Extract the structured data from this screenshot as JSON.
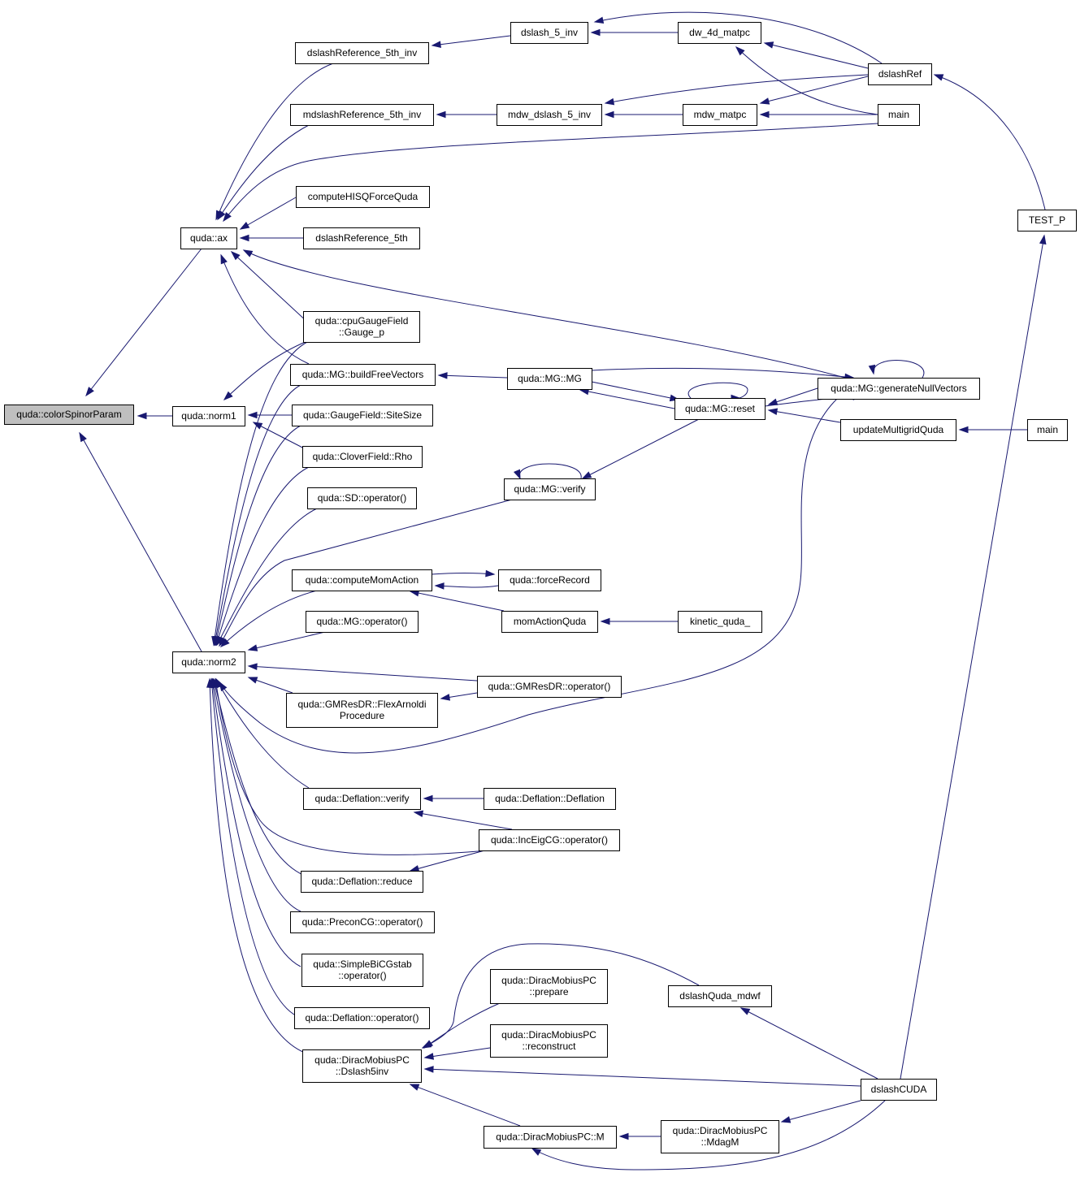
{
  "nodes": [
    {
      "id": "colorSpinorParam",
      "lines": [
        "quda::colorSpinorParam"
      ]
    },
    {
      "id": "ax",
      "lines": [
        "quda::ax"
      ]
    },
    {
      "id": "norm1",
      "lines": [
        "quda::norm1"
      ]
    },
    {
      "id": "norm2",
      "lines": [
        "quda::norm2"
      ]
    },
    {
      "id": "dslashReference_5th_inv",
      "lines": [
        "dslashReference_5th_inv"
      ]
    },
    {
      "id": "mdslashReference_5th_inv",
      "lines": [
        "mdslashReference_5th_inv"
      ]
    },
    {
      "id": "computeHISQForceQuda",
      "lines": [
        "computeHISQForceQuda"
      ]
    },
    {
      "id": "dslashReference_5th",
      "lines": [
        "dslashReference_5th"
      ]
    },
    {
      "id": "cpuGaugeField_Gauge_p",
      "lines": [
        "quda::cpuGaugeField",
        "::Gauge_p"
      ]
    },
    {
      "id": "buildFreeVectors",
      "lines": [
        "quda::MG::buildFreeVectors"
      ]
    },
    {
      "id": "SiteSize",
      "lines": [
        "quda::GaugeField::SiteSize"
      ]
    },
    {
      "id": "Rho",
      "lines": [
        "quda::CloverField::Rho"
      ]
    },
    {
      "id": "SD_operator",
      "lines": [
        "quda::SD::operator()"
      ]
    },
    {
      "id": "computeMomAction",
      "lines": [
        "quda::computeMomAction"
      ]
    },
    {
      "id": "MG_operator",
      "lines": [
        "quda::MG::operator()"
      ]
    },
    {
      "id": "FlexArnoldi",
      "lines": [
        "quda::GMResDR::FlexArnoldi",
        "Procedure"
      ]
    },
    {
      "id": "Deflation_verify",
      "lines": [
        "quda::Deflation::verify"
      ]
    },
    {
      "id": "Deflation_reduce",
      "lines": [
        "quda::Deflation::reduce"
      ]
    },
    {
      "id": "PreconCG_operator",
      "lines": [
        "quda::PreconCG::operator()"
      ]
    },
    {
      "id": "SimpleBiCGstab",
      "lines": [
        "quda::SimpleBiCGstab",
        "::operator()"
      ]
    },
    {
      "id": "Deflation_operator",
      "lines": [
        "quda::Deflation::operator()"
      ]
    },
    {
      "id": "Dslash5inv",
      "lines": [
        "quda::DiracMobiusPC",
        "::Dslash5inv"
      ]
    },
    {
      "id": "dslash_5_inv",
      "lines": [
        "dslash_5_inv"
      ]
    },
    {
      "id": "mdw_dslash_5_inv",
      "lines": [
        "mdw_dslash_5_inv"
      ]
    },
    {
      "id": "MG_MG",
      "lines": [
        "quda::MG::MG"
      ]
    },
    {
      "id": "MG_verify",
      "lines": [
        "quda::MG::verify"
      ]
    },
    {
      "id": "forceRecord",
      "lines": [
        "quda::forceRecord"
      ]
    },
    {
      "id": "momActionQuda",
      "lines": [
        "momActionQuda"
      ]
    },
    {
      "id": "GMResDR_operator",
      "lines": [
        "quda::GMResDR::operator()"
      ]
    },
    {
      "id": "Deflation_Deflation",
      "lines": [
        "quda::Deflation::Deflation"
      ]
    },
    {
      "id": "IncEigCG_operator",
      "lines": [
        "quda::IncEigCG::operator()"
      ]
    },
    {
      "id": "prepare",
      "lines": [
        "quda::DiracMobiusPC",
        "::prepare"
      ]
    },
    {
      "id": "reconstruct",
      "lines": [
        "quda::DiracMobiusPC",
        "::reconstruct"
      ]
    },
    {
      "id": "DiracMobiusPC_M",
      "lines": [
        "quda::DiracMobiusPC::M"
      ]
    },
    {
      "id": "dw_4d_matpc",
      "lines": [
        "dw_4d_matpc"
      ]
    },
    {
      "id": "mdw_matpc",
      "lines": [
        "mdw_matpc"
      ]
    },
    {
      "id": "MG_reset",
      "lines": [
        "quda::MG::reset"
      ]
    },
    {
      "id": "kinetic_quda_",
      "lines": [
        "kinetic_quda_"
      ]
    },
    {
      "id": "dslashQuda_mdwf",
      "lines": [
        "dslashQuda_mdwf"
      ]
    },
    {
      "id": "MdagM",
      "lines": [
        "quda::DiracMobiusPC",
        "::MdagM"
      ]
    },
    {
      "id": "dslashRef",
      "lines": [
        "dslashRef"
      ]
    },
    {
      "id": "main_top",
      "lines": [
        "main"
      ]
    },
    {
      "id": "generateNullVectors",
      "lines": [
        "quda::MG::generateNullVectors"
      ]
    },
    {
      "id": "updateMultigridQuda",
      "lines": [
        "updateMultigridQuda"
      ]
    },
    {
      "id": "dslashCUDA",
      "lines": [
        "dslashCUDA"
      ]
    },
    {
      "id": "TEST_P",
      "lines": [
        "TEST_P"
      ]
    },
    {
      "id": "main_mid",
      "lines": [
        "main"
      ]
    }
  ],
  "edges": [
    {
      "from": "ax",
      "to": "colorSpinorParam"
    },
    {
      "from": "norm1",
      "to": "colorSpinorParam"
    },
    {
      "from": "norm2",
      "to": "colorSpinorParam"
    },
    {
      "from": "dslashReference_5th_inv",
      "to": "ax"
    },
    {
      "from": "mdslashReference_5th_inv",
      "to": "ax"
    },
    {
      "from": "main_top",
      "to": "ax"
    },
    {
      "from": "computeHISQForceQuda",
      "to": "ax"
    },
    {
      "from": "dslashReference_5th",
      "to": "ax"
    },
    {
      "from": "cpuGaugeField_Gauge_p",
      "to": "ax"
    },
    {
      "from": "buildFreeVectors",
      "to": "ax"
    },
    {
      "from": "generateNullVectors",
      "to": "ax"
    },
    {
      "from": "cpuGaugeField_Gauge_p",
      "to": "norm1"
    },
    {
      "from": "SiteSize",
      "to": "norm1"
    },
    {
      "from": "Rho",
      "to": "norm1"
    },
    {
      "from": "cpuGaugeField_Gauge_p",
      "to": "norm2"
    },
    {
      "from": "buildFreeVectors",
      "to": "norm2"
    },
    {
      "from": "SiteSize",
      "to": "norm2"
    },
    {
      "from": "Rho",
      "to": "norm2"
    },
    {
      "from": "SD_operator",
      "to": "norm2"
    },
    {
      "from": "MG_verify",
      "to": "norm2"
    },
    {
      "from": "computeMomAction",
      "to": "norm2"
    },
    {
      "from": "MG_operator",
      "to": "norm2"
    },
    {
      "from": "GMResDR_operator",
      "to": "norm2"
    },
    {
      "from": "FlexArnoldi",
      "to": "norm2"
    },
    {
      "from": "generateNullVectors",
      "to": "norm2"
    },
    {
      "from": "Deflation_verify",
      "to": "norm2"
    },
    {
      "from": "IncEigCG_operator",
      "to": "norm2"
    },
    {
      "from": "Deflation_reduce",
      "to": "norm2"
    },
    {
      "from": "PreconCG_operator",
      "to": "norm2"
    },
    {
      "from": "SimpleBiCGstab",
      "to": "norm2"
    },
    {
      "from": "Deflation_operator",
      "to": "norm2"
    },
    {
      "from": "Dslash5inv",
      "to": "norm2"
    },
    {
      "from": "dslash_5_inv",
      "to": "dslashReference_5th_inv"
    },
    {
      "from": "mdw_dslash_5_inv",
      "to": "mdslashReference_5th_inv"
    },
    {
      "from": "dw_4d_matpc",
      "to": "dslash_5_inv"
    },
    {
      "from": "dslashRef",
      "to": "dslash_5_inv"
    },
    {
      "from": "mdw_matpc",
      "to": "mdw_dslash_5_inv"
    },
    {
      "from": "dslashRef",
      "to": "mdw_dslash_5_inv"
    },
    {
      "from": "dslashRef",
      "to": "dw_4d_matpc"
    },
    {
      "from": "main_top",
      "to": "dw_4d_matpc"
    },
    {
      "from": "dslashRef",
      "to": "mdw_matpc"
    },
    {
      "from": "main_top",
      "to": "mdw_matpc"
    },
    {
      "from": "TEST_P",
      "to": "dslashRef"
    },
    {
      "from": "MG_MG",
      "to": "buildFreeVectors"
    },
    {
      "from": "MG_reset",
      "to": "MG_MG"
    },
    {
      "from": "MG_MG",
      "to": "MG_reset"
    },
    {
      "from": "MG_reset",
      "to": "MG_reset"
    },
    {
      "from": "generateNullVectors",
      "to": "MG_reset"
    },
    {
      "from": "updateMultigridQuda",
      "to": "MG_reset"
    },
    {
      "from": "MG_MG",
      "to": "generateNullVectors"
    },
    {
      "from": "MG_reset",
      "to": "generateNullVectors"
    },
    {
      "from": "generateNullVectors",
      "to": "generateNullVectors"
    },
    {
      "from": "main_mid",
      "to": "updateMultigridQuda"
    },
    {
      "from": "MG_verify",
      "to": "MG_verify"
    },
    {
      "from": "MG_reset",
      "to": "MG_verify"
    },
    {
      "from": "forceRecord",
      "to": "computeMomAction"
    },
    {
      "from": "computeMomAction",
      "to": "forceRecord"
    },
    {
      "from": "momActionQuda",
      "to": "computeMomAction"
    },
    {
      "from": "kinetic_quda_",
      "to": "momActionQuda"
    },
    {
      "from": "GMResDR_operator",
      "to": "FlexArnoldi"
    },
    {
      "from": "Deflation_Deflation",
      "to": "Deflation_verify"
    },
    {
      "from": "IncEigCG_operator",
      "to": "Deflation_verify"
    },
    {
      "from": "IncEigCG_operator",
      "to": "Deflation_reduce"
    },
    {
      "from": "dslashQuda_mdwf",
      "to": "Dslash5inv"
    },
    {
      "from": "prepare",
      "to": "Dslash5inv"
    },
    {
      "from": "reconstruct",
      "to": "Dslash5inv"
    },
    {
      "from": "dslashCUDA",
      "to": "Dslash5inv"
    },
    {
      "from": "DiracMobiusPC_M",
      "to": "Dslash5inv"
    },
    {
      "from": "dslashCUDA",
      "to": "dslashQuda_mdwf"
    },
    {
      "from": "MdagM",
      "to": "DiracMobiusPC_M"
    },
    {
      "from": "dslashCUDA",
      "to": "DiracMobiusPC_M"
    },
    {
      "from": "dslashCUDA",
      "to": "MdagM"
    },
    {
      "from": "dslashCUDA",
      "to": "TEST_P"
    }
  ]
}
